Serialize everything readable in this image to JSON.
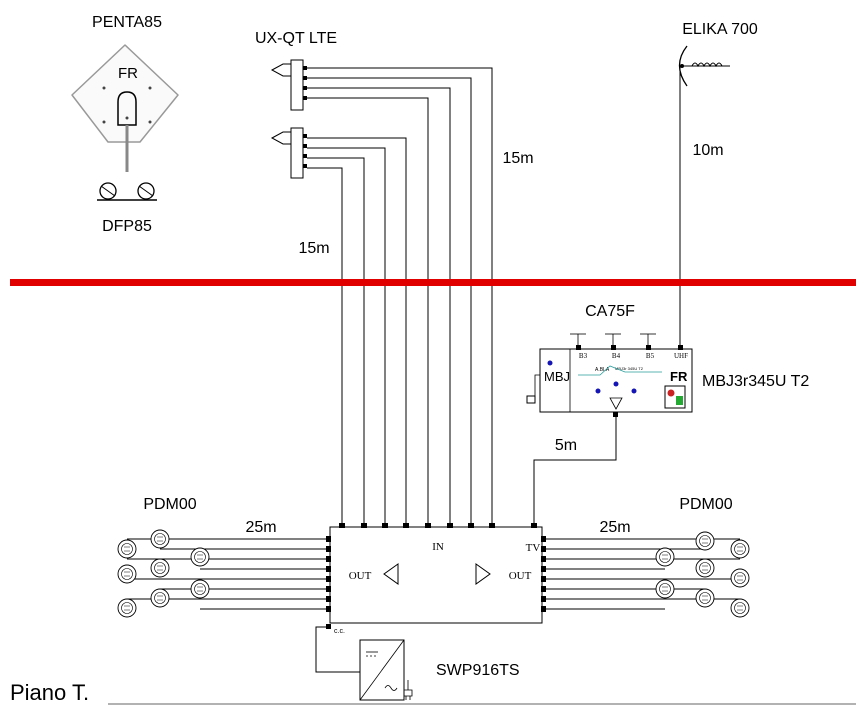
{
  "labels": {
    "penta": "PENTA85",
    "dfp": "DFP85",
    "uxqt": "UX-QT LTE",
    "elika": "ELIKA 700",
    "len_15m_a": "15m",
    "len_15m_b": "15m",
    "len_10m": "10m",
    "ca75f": "CA75F",
    "mbj_model": "MBJ3r345U T2",
    "len_5m": "5m",
    "pdm_left": "PDM00",
    "pdm_right": "PDM00",
    "len_25m_left": "25m",
    "len_25m_right": "25m",
    "swp": "SWP916TS",
    "floor": "Piano T."
  },
  "amp": {
    "ports": [
      "B3",
      "B4",
      "B5",
      "UHF"
    ],
    "brand": "MBJ",
    "fr": "FR",
    "logo": "A.BLA",
    "model_small": "MBJ3r 345U T2"
  },
  "switch": {
    "in": "IN",
    "tv": "TV",
    "out_left": "OUT",
    "out_right": "OUT",
    "cc": "c.c."
  },
  "penta_fr": "FR",
  "colors": {
    "separator": "#e00000",
    "amp_accent": "#2a9d9d",
    "amp_dot": "#1515b5",
    "led_red": "#cc2222",
    "led_green": "#22aa33"
  }
}
